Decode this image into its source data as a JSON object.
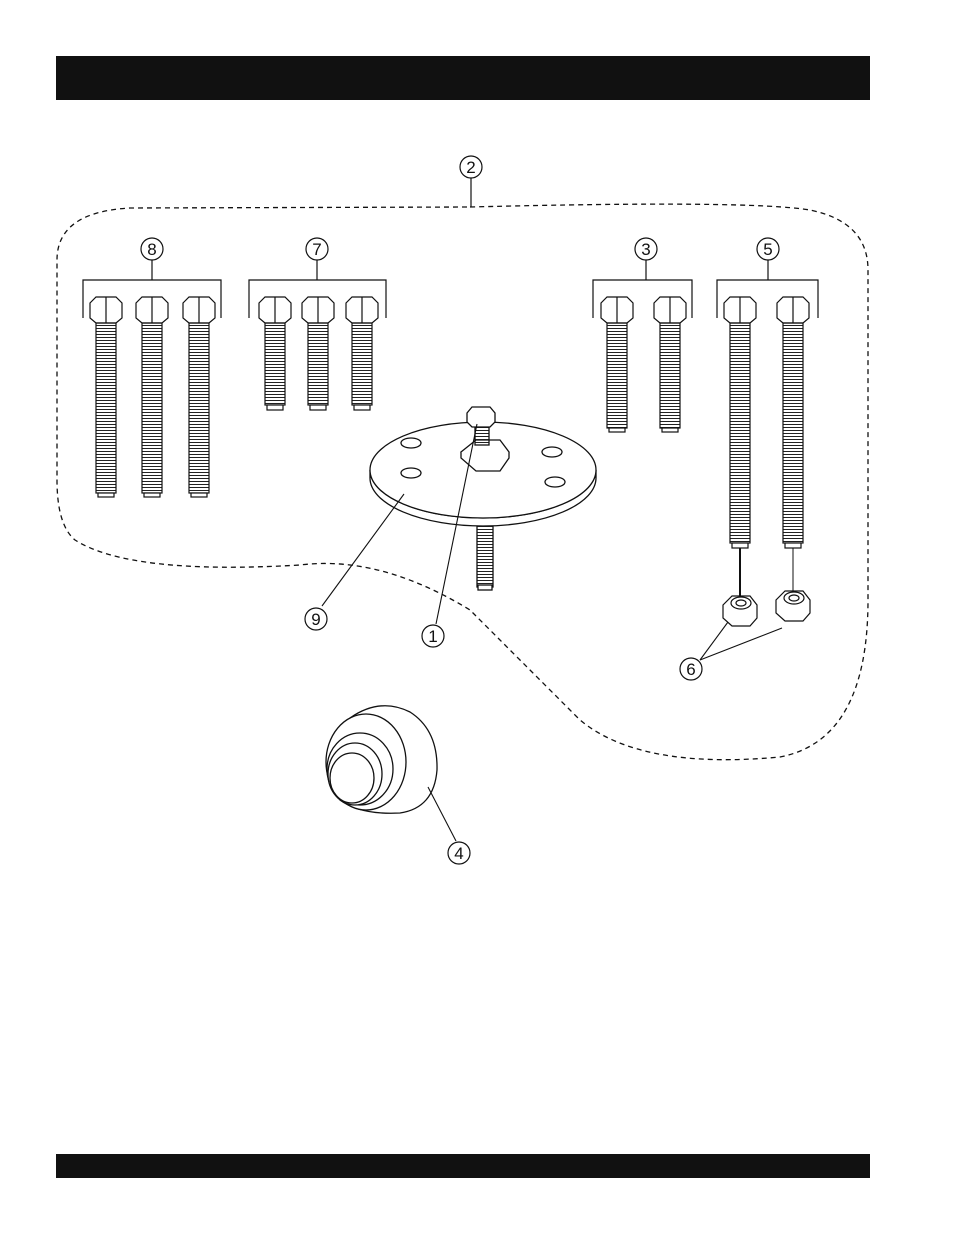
{
  "header_bar": {
    "text": ""
  },
  "footer_bar": {
    "text": ""
  },
  "diagram": {
    "callouts": {
      "c1": "1",
      "c2": "2",
      "c3": "3",
      "c4": "4",
      "c5": "5",
      "c6": "6",
      "c7": "7",
      "c8": "8",
      "c9": "9"
    },
    "colors": {
      "line": "#111111",
      "bar": "#111111",
      "paper": "#ffffff"
    }
  }
}
